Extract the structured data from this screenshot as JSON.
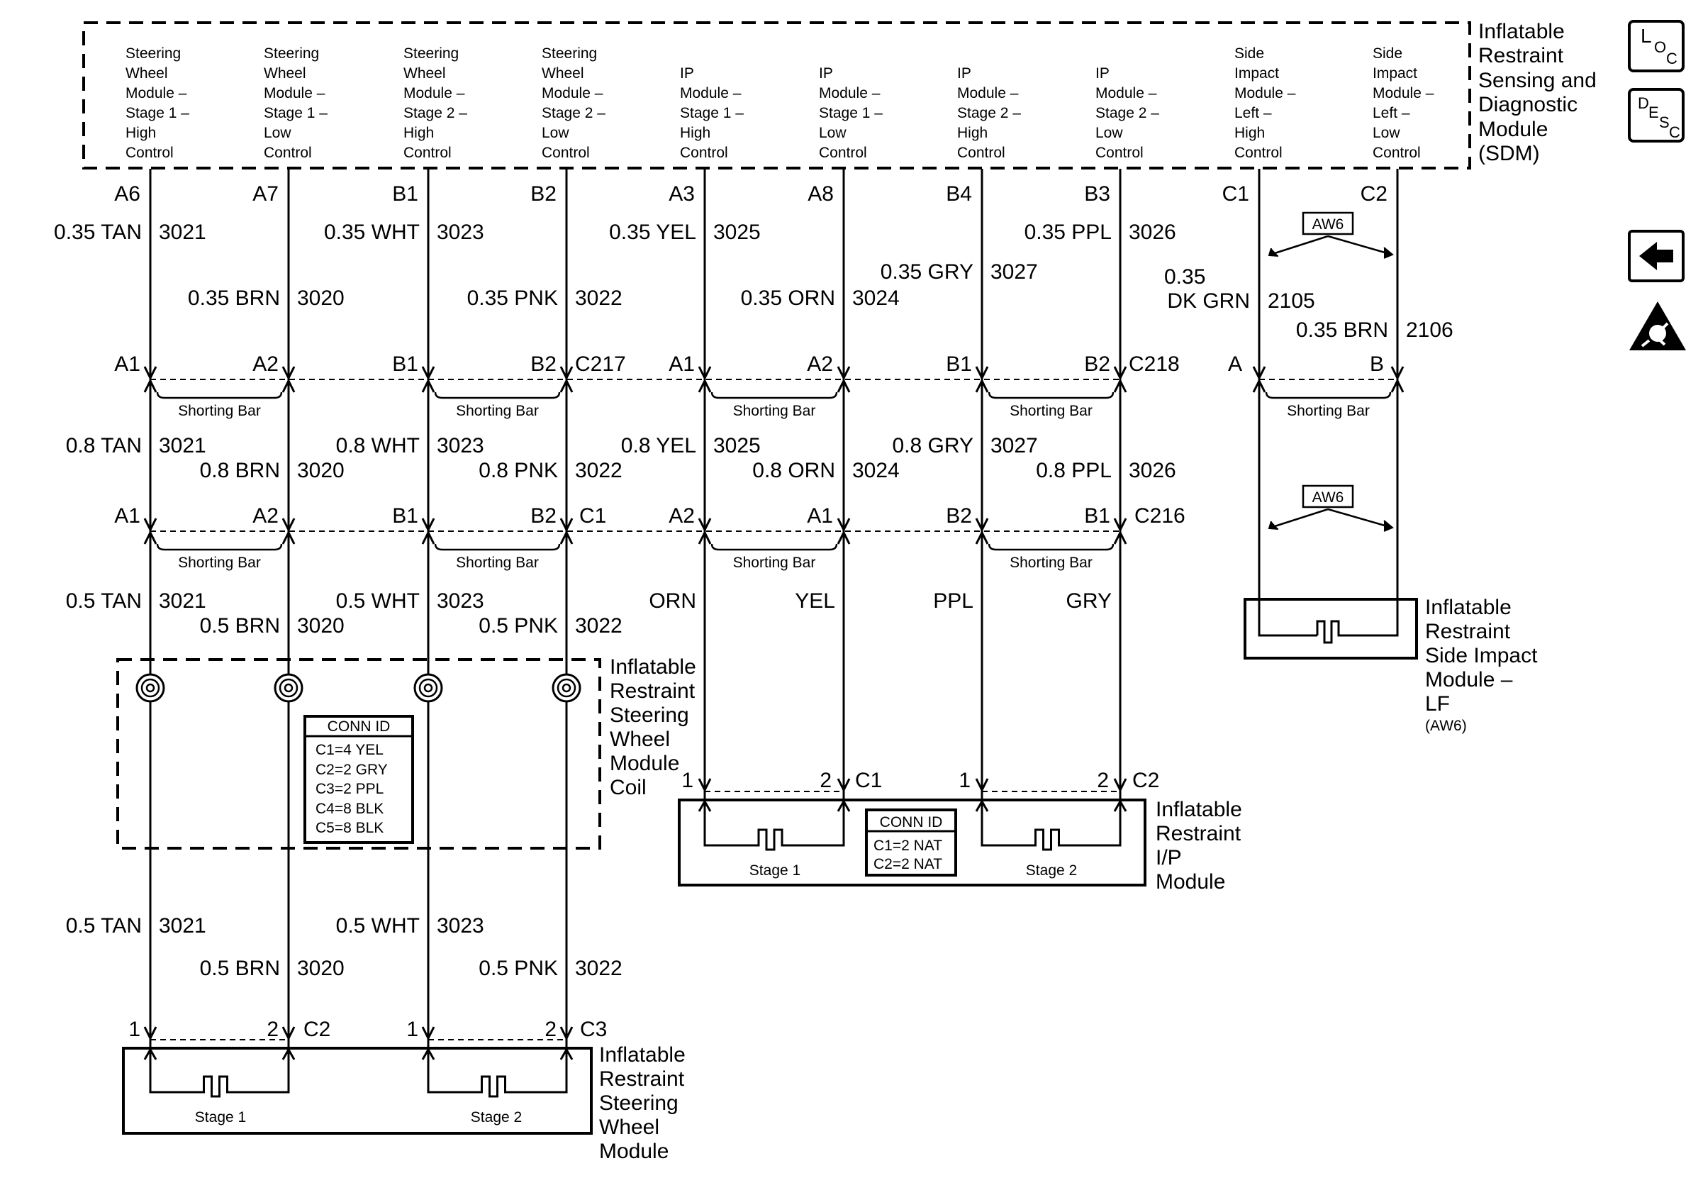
{
  "sdm": {
    "name_lines": [
      "Inflatable",
      "Restraint",
      "Sensing and",
      "Diagnostic",
      "Module",
      "(SDM)"
    ],
    "headers": [
      [
        "Steering",
        "Wheel",
        "Module –",
        "Stage 1 –",
        "High",
        "Control"
      ],
      [
        "Steering",
        "Wheel",
        "Module –",
        "Stage 1 –",
        "Low",
        "Control"
      ],
      [
        "Steering",
        "Wheel",
        "Module –",
        "Stage 2 –",
        "High",
        "Control"
      ],
      [
        "Steering",
        "Wheel",
        "Module –",
        "Stage 2 –",
        "Low",
        "Control"
      ],
      [
        "IP",
        "Module –",
        "Stage 1 –",
        "High",
        "Control"
      ],
      [
        "IP",
        "Module –",
        "Stage 1 –",
        "Low",
        "Control"
      ],
      [
        "IP",
        "Module –",
        "Stage 2 –",
        "High",
        "Control"
      ],
      [
        "IP",
        "Module –",
        "Stage 2 –",
        "Low",
        "Control"
      ],
      [
        "Side",
        "Impact",
        "Module –",
        "Left –",
        "High",
        "Control"
      ],
      [
        "Side",
        "Impact",
        "Module –",
        "Left –",
        "Low",
        "Control"
      ]
    ],
    "pins": [
      "A6",
      "A7",
      "B1",
      "B2",
      "A3",
      "A8",
      "B4",
      "B3",
      "C1",
      "C2"
    ]
  },
  "wires_top": [
    {
      "color": "0.35 TAN",
      "circuit": "3021"
    },
    {
      "color": "0.35 BRN",
      "circuit": "3020"
    },
    {
      "color": "0.35 WHT",
      "circuit": "3023"
    },
    {
      "color": "0.35 PNK",
      "circuit": "3022"
    },
    {
      "color": "0.35 YEL",
      "circuit": "3025"
    },
    {
      "color": "0.35 ORN",
      "circuit": "3024"
    },
    {
      "color": "0.35 GRY",
      "circuit": "3027"
    },
    {
      "color": "0.35 PPL",
      "circuit": "3026"
    },
    {
      "color_lines": [
        "0.35",
        "DK GRN"
      ],
      "circuit": "2105"
    },
    {
      "color": "0.35 BRN",
      "circuit": "2106"
    }
  ],
  "option_code": "AW6",
  "c217": {
    "name": "C217",
    "pins": [
      "A1",
      "A2",
      "B1",
      "B2"
    ]
  },
  "c218": {
    "name": "C218",
    "pins": [
      "A1",
      "A2",
      "B1",
      "B2"
    ]
  },
  "side_conn": {
    "pins": [
      "A",
      "B"
    ]
  },
  "shorting_bar": "Shorting Bar",
  "wires_mid": [
    {
      "color": "0.8 TAN",
      "circuit": "3021"
    },
    {
      "color": "0.8 BRN",
      "circuit": "3020"
    },
    {
      "color": "0.8 WHT",
      "circuit": "3023"
    },
    {
      "color": "0.8 PNK",
      "circuit": "3022"
    },
    {
      "color": "0.8 YEL",
      "circuit": "3025"
    },
    {
      "color": "0.8 ORN",
      "circuit": "3024"
    },
    {
      "color": "0.8 GRY",
      "circuit": "3027"
    },
    {
      "color": "0.8 PPL",
      "circuit": "3026"
    }
  ],
  "c1": {
    "name": "C1",
    "pins": [
      "A1",
      "A2",
      "B1",
      "B2"
    ]
  },
  "c216": {
    "name": "C216",
    "pins": [
      "A2",
      "A1",
      "B2",
      "B1"
    ]
  },
  "wires_low": [
    {
      "color": "0.5 TAN",
      "circuit": "3021"
    },
    {
      "color": "0.5 BRN",
      "circuit": "3020"
    },
    {
      "color": "0.5 WHT",
      "circuit": "3023"
    },
    {
      "color": "0.5 PNK",
      "circuit": "3022"
    }
  ],
  "ip_wires": [
    "ORN",
    "YEL",
    "PPL",
    "GRY"
  ],
  "coil": {
    "name_lines": [
      "Inflatable",
      "Restraint",
      "Steering",
      "Wheel",
      "Module",
      "Coil"
    ]
  },
  "conn_id_coil": {
    "title": "CONN ID",
    "rows": [
      "C1=4 YEL",
      "C2=2 GRY",
      "C3=2 PPL",
      "C4=8 BLK",
      "C5=8 BLK"
    ]
  },
  "ip_module": {
    "name_lines": [
      "Inflatable",
      "Restraint",
      "I/P",
      "Module"
    ],
    "conn_c1": {
      "name": "C1",
      "pins": [
        "1",
        "2"
      ]
    },
    "conn_c2": {
      "name": "C2",
      "pins": [
        "1",
        "2"
      ]
    },
    "stage1": "Stage 1",
    "stage2": "Stage 2",
    "conn_id": {
      "title": "CONN ID",
      "rows": [
        "C1=2 NAT",
        "C2=2 NAT"
      ]
    }
  },
  "side_module": {
    "name_lines": [
      "Inflatable",
      "Restraint",
      "Side Impact",
      "Module –",
      "LF"
    ],
    "option": "(AW6)"
  },
  "wires_bottom": [
    {
      "color": "0.5 TAN",
      "circuit": "3021"
    },
    {
      "color": "0.5 BRN",
      "circuit": "3020"
    },
    {
      "color": "0.5 WHT",
      "circuit": "3023"
    },
    {
      "color": "0.5 PNK",
      "circuit": "3022"
    }
  ],
  "sw_module": {
    "name_lines": [
      "Inflatable",
      "Restraint",
      "Steering",
      "Wheel",
      "Module"
    ],
    "conn_c2": {
      "name": "C2",
      "pins": [
        "1",
        "2"
      ]
    },
    "conn_c3": {
      "name": "C3",
      "pins": [
        "1",
        "2"
      ]
    },
    "stage1": "Stage 1",
    "stage2": "Stage 2"
  },
  "nav": {
    "loc": {
      "main": "L",
      "sub": "O",
      "sub2": "C"
    },
    "desc": {
      "main": "D",
      "sub": "E",
      "sub2": "S",
      "sub3": "C"
    },
    "back_icon": "left-arrow-icon",
    "warning_icon": "esd-warning-icon"
  }
}
